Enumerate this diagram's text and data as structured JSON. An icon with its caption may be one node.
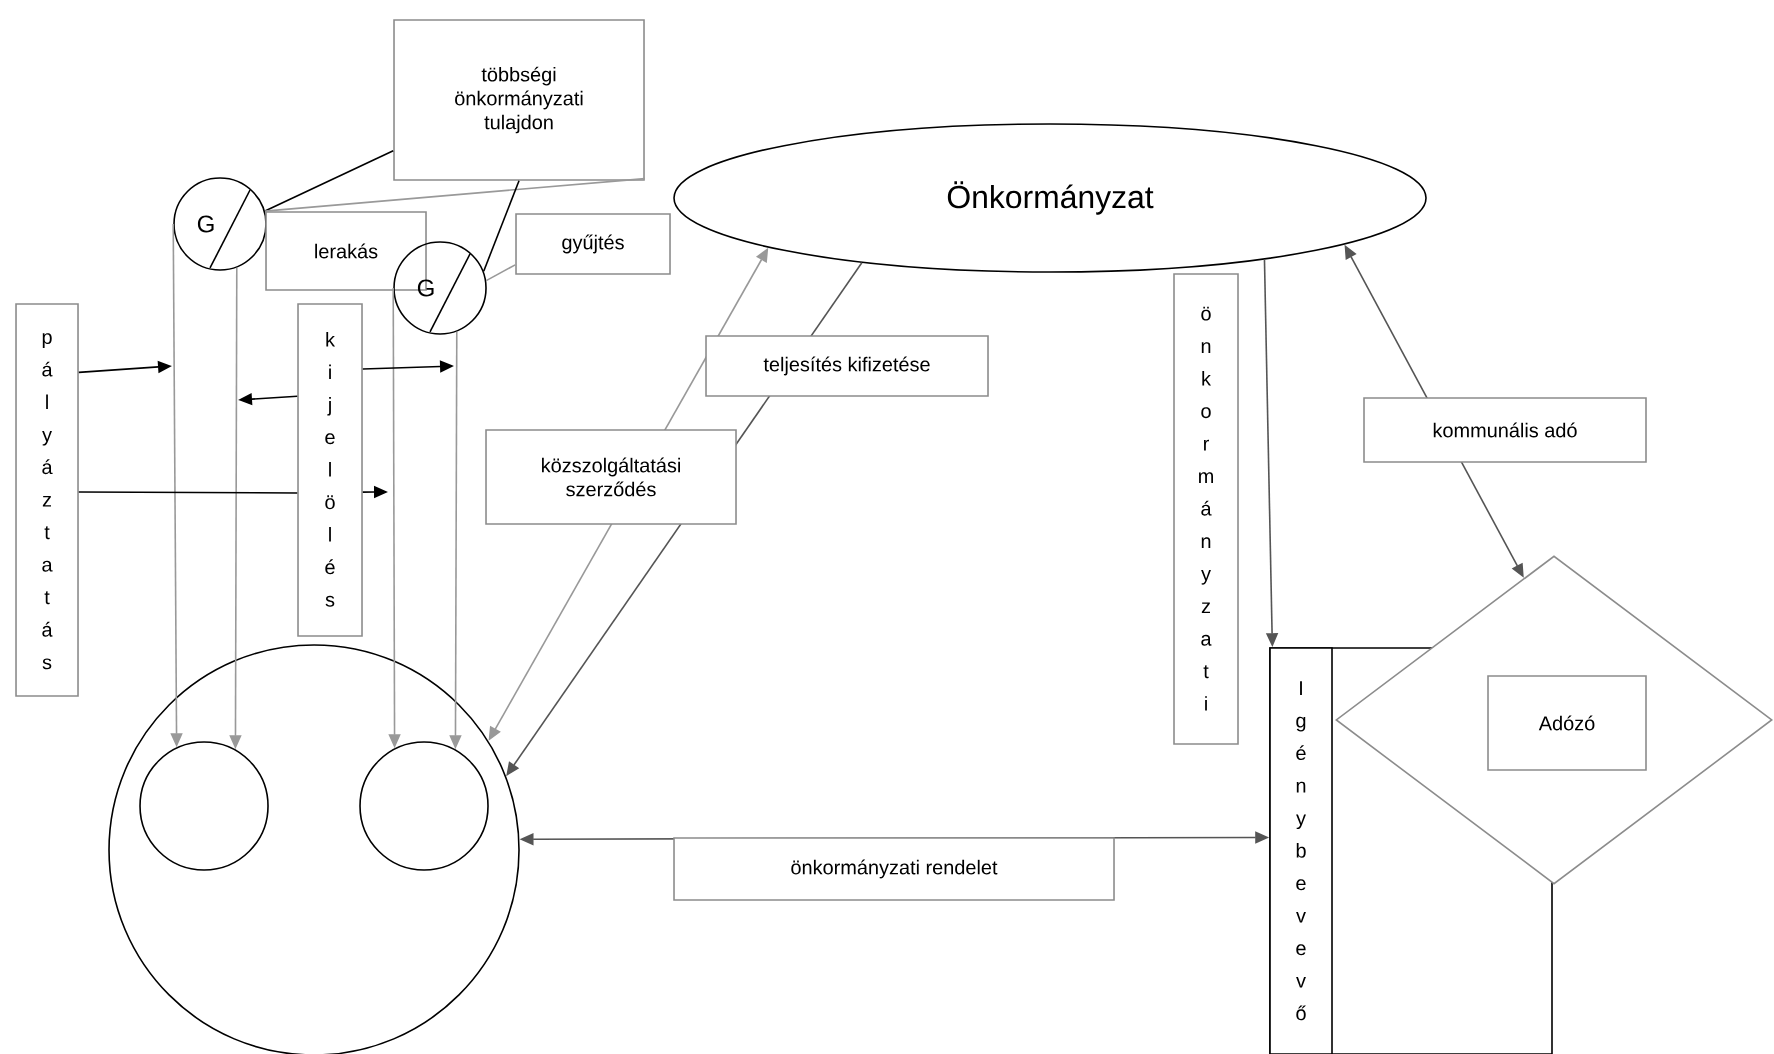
{
  "diagram": {
    "nodes": [
      {
        "text": [
          "többségi önkormányzati tulajdon"
        ]
      },
      {
        "text": [
          "G"
        ]
      },
      {
        "text": [
          "lerakás"
        ]
      },
      {
        "text": [
          "G"
        ]
      },
      {
        "text": [
          "gyűjtés"
        ]
      },
      {
        "text": [
          "pályáztatás"
        ]
      },
      {
        "text": [
          "kijelölés"
        ]
      },
      {
        "text": [],
        "shape": "circle"
      },
      {
        "text": [],
        "shape": "circle",
        "in": 7
      },
      {
        "text": [],
        "shape": "circle",
        "in": 7
      },
      {
        "text": [
          "Önkormányzat"
        ]
      },
      {
        "text": [],
        "shape": "box"
      },
      {
        "text": [
          "Igénybevevő"
        ],
        "in": 11
      },
      {
        "text": [],
        "shape": "diamond"
      },
      {
        "text": [
          "Adózó"
        ],
        "in": 13
      }
    ],
    "edges": [
      {
        "from": 1,
        "to": 0,
        "arrow": "none",
        "color": "#000000"
      },
      {
        "from": 1,
        "to": 0,
        "arrow": "none",
        "color": "#999999"
      },
      {
        "from": 3,
        "to": 0,
        "arrow": "none",
        "color": "#000000"
      },
      {
        "from": 3,
        "to": 4,
        "arrow": "none",
        "color": "#999999"
      },
      {
        "from": 1,
        "to": 8,
        "arrow": "to",
        "color": "#999999"
      },
      {
        "from": 1,
        "to": 8,
        "arrow": "to",
        "color": "#999999"
      },
      {
        "from": 3,
        "to": 9,
        "arrow": "to",
        "color": "#999999"
      },
      {
        "from": 3,
        "to": 9,
        "arrow": "to",
        "color": "#999999"
      },
      {
        "from": 5,
        "to": null,
        "arrow": "to",
        "color": "#000000"
      },
      {
        "from": 6,
        "to": null,
        "arrow": "to",
        "color": "#000000"
      },
      {
        "from": 6,
        "to": null,
        "arrow": "to",
        "color": "#000000"
      },
      {
        "from": 5,
        "to": 6,
        "arrow": "none",
        "color": "#000000"
      },
      {
        "from": 7,
        "to": 10,
        "arrow": "both",
        "label": "közszolgáltatási szerződés",
        "color": "#999999"
      },
      {
        "from": 10,
        "to": 7,
        "arrow": "to",
        "label": "teljesítés kifizetése",
        "color": "#555555"
      },
      {
        "from": 10,
        "to": 12,
        "arrow": "to",
        "label": "önkormányzati",
        "color": "#555555"
      },
      {
        "from": 7,
        "to": 12,
        "arrow": "both",
        "label": "önkormányzati rendelet",
        "color": "#555555"
      },
      {
        "from": 10,
        "to": 13,
        "arrow": "both",
        "label": "kommunális adó",
        "color": "#555555"
      },
      {
        "from": 6,
        "to": null,
        "arrow": "to",
        "color": "#000000"
      }
    ]
  }
}
